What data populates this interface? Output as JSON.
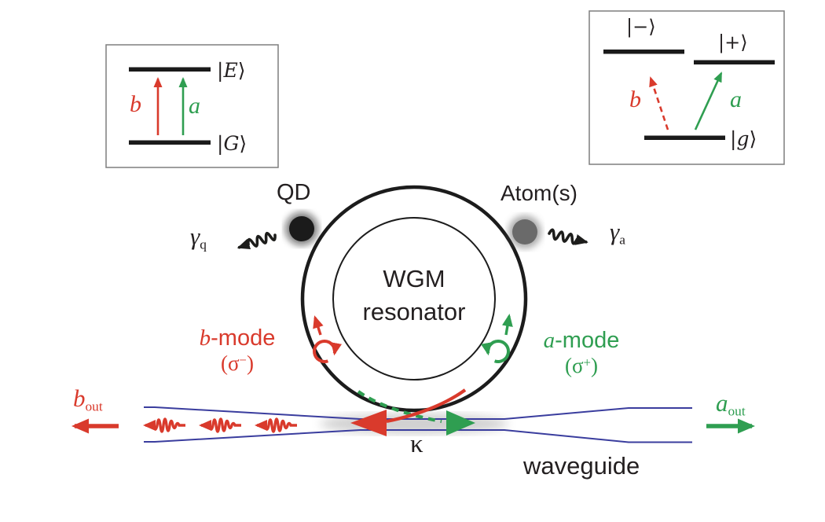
{
  "figure_title": "WGM resonator coupled to waveguide with QD and Atom(s)",
  "colors": {
    "red_b_mode": "#d93a2c",
    "green_a_mode": "#2f9e51",
    "blue_waveguide": "#3a3d9e",
    "black": "#231f20",
    "atom_gray": "#6a6a6a"
  },
  "qd_level_diagram": {
    "ket_E": {
      "pre": "|",
      "sym": "E",
      "post": "⟩"
    },
    "ket_G": {
      "pre": "|",
      "sym": "G",
      "post": "⟩"
    },
    "arrow_b_label": "b",
    "arrow_a_label": "a"
  },
  "atom_level_diagram": {
    "ket_minus": "|−⟩",
    "ket_plus": "|+⟩",
    "ket_g": {
      "pre": "|",
      "sym": "g",
      "post": "⟩"
    },
    "arrow_b_label": "b",
    "arrow_a_label": "a"
  },
  "resonator": {
    "line1": "WGM",
    "line2": "resonator"
  },
  "emitters": {
    "qd_label": "QD",
    "atom_label": "Atom(s)",
    "gamma_q": {
      "base": "γ",
      "sub": "q"
    },
    "gamma_a": {
      "base": "γ",
      "sub": "a"
    }
  },
  "modes": {
    "b_mode": {
      "sym": "b",
      "rest": "-mode"
    },
    "b_polarization": {
      "pre": "(σ",
      "sup": "−",
      "post": ")"
    },
    "a_mode": {
      "sym": "a",
      "rest": "-mode"
    },
    "a_polarization": {
      "pre": "(σ",
      "sup": "+",
      "post": ")"
    }
  },
  "waveguide": {
    "label": "waveguide",
    "kappa": "κ",
    "b_out": {
      "base": "b",
      "sub": "out"
    },
    "a_out": {
      "base": "a",
      "sub": "out"
    }
  }
}
